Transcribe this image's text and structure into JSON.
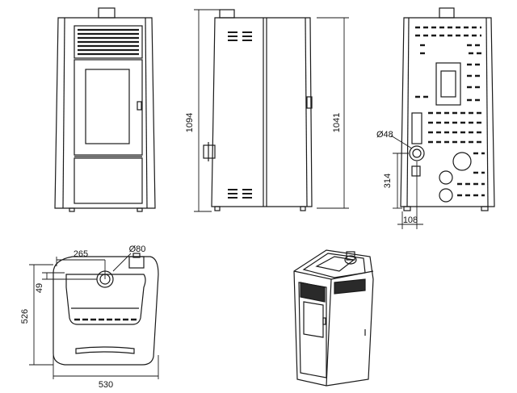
{
  "dimensions": {
    "front_height": "1094",
    "side_height": "1041",
    "pipe_diameter_rear": "Ø48",
    "pipe_height": "314",
    "pipe_offset": "108",
    "top_flue_offset": "265",
    "top_flue_diameter": "Ø80",
    "top_flue_depth": "49",
    "depth": "526",
    "width": "530"
  },
  "colors": {
    "line": "#1a1a1a",
    "grille": "#222222",
    "panel": "#ffffff"
  }
}
